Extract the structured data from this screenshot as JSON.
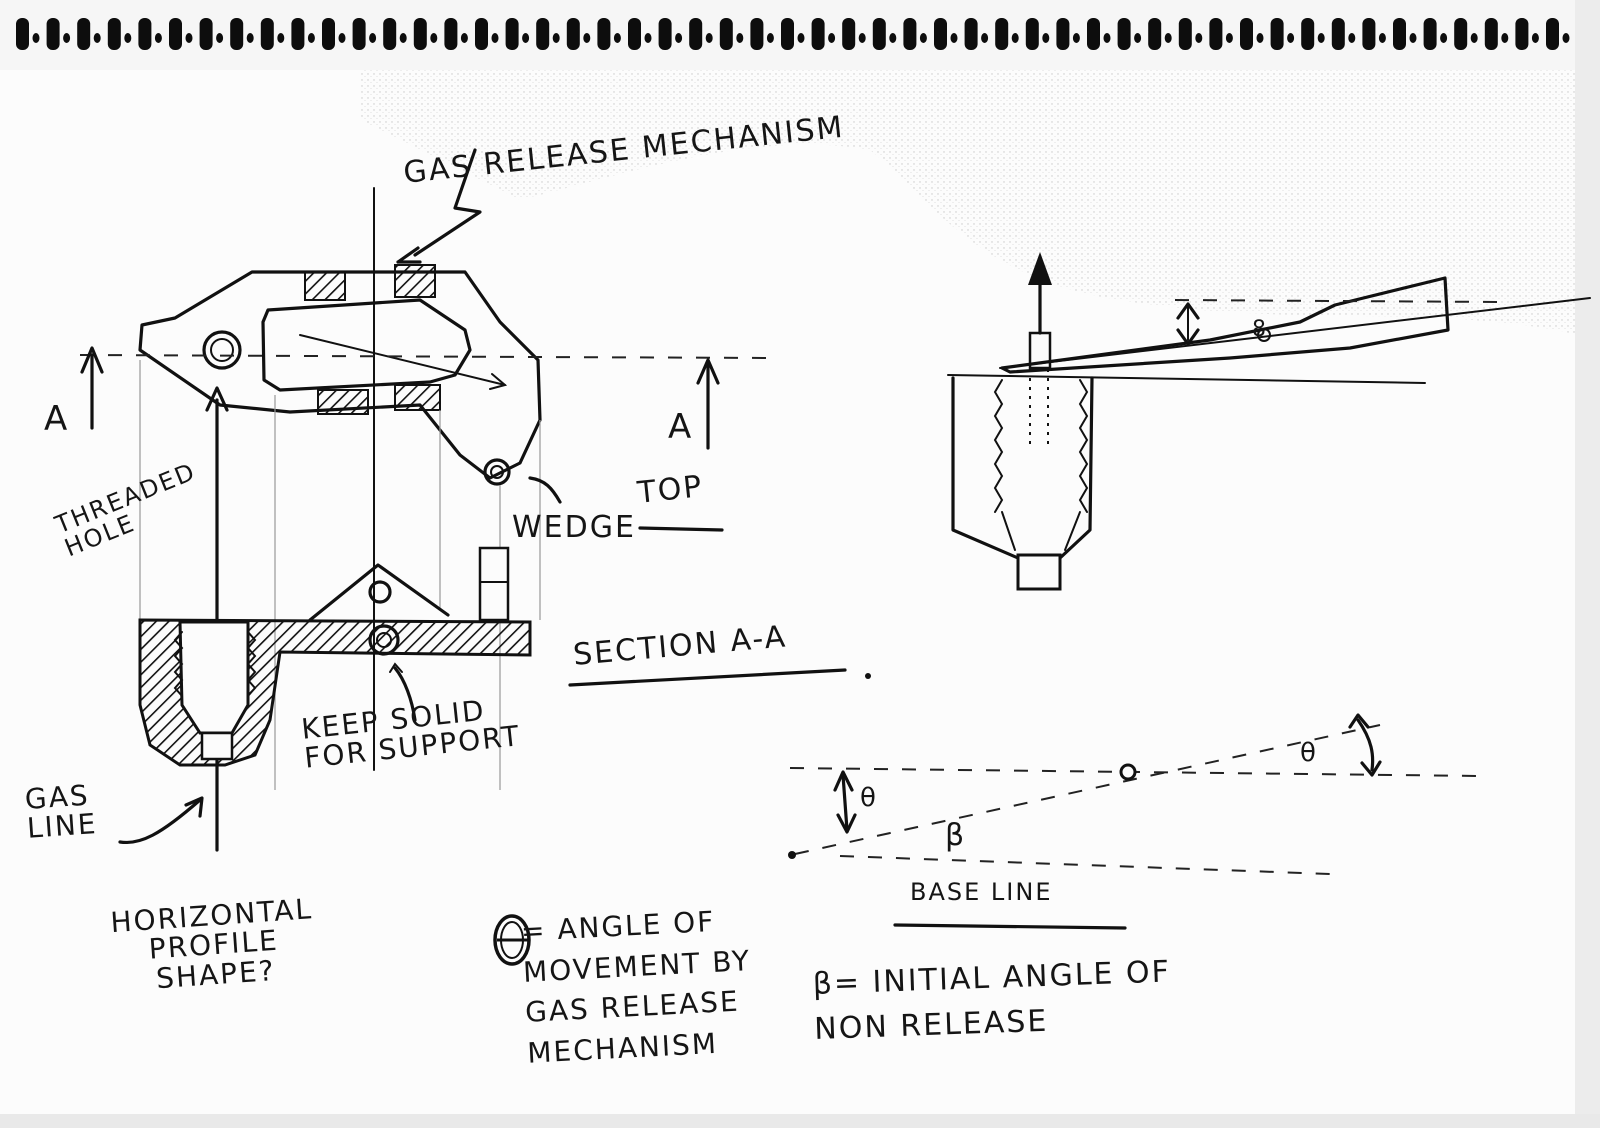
{
  "labels": {
    "gas_release_mechanism": "GAS RELEASE MECHANISM",
    "section_mark_left": "A",
    "section_mark_right": "A",
    "threaded_hole": "THREADED HOLE",
    "wedge": "WEDGE",
    "top": "TOP",
    "section_a_a": "SECTION A-A",
    "keep_solid": "KEEP SOLID FOR SUPPORT",
    "gas_line": "GAS LINE",
    "horizontal_profile": "HORIZONTAL PROFILE SHAPE?",
    "theta_definition": "= ANGLE OF MOVEMENT BY GAS RELEASE MECHANISM",
    "theta_symbol": "Θ",
    "beta_definition": "β= INITIAL ANGLE OF NON RELEASE",
    "beta_symbol": "β",
    "theta_small_left": "θ",
    "theta_small_right": "θ",
    "base_line": "BASE LINE",
    "section_symbol_8": "8"
  },
  "colors": {
    "ink": "#111111",
    "paper": "#fcfcfc",
    "spiral": "#0d0d0d",
    "shade": "#e7e7e7"
  }
}
